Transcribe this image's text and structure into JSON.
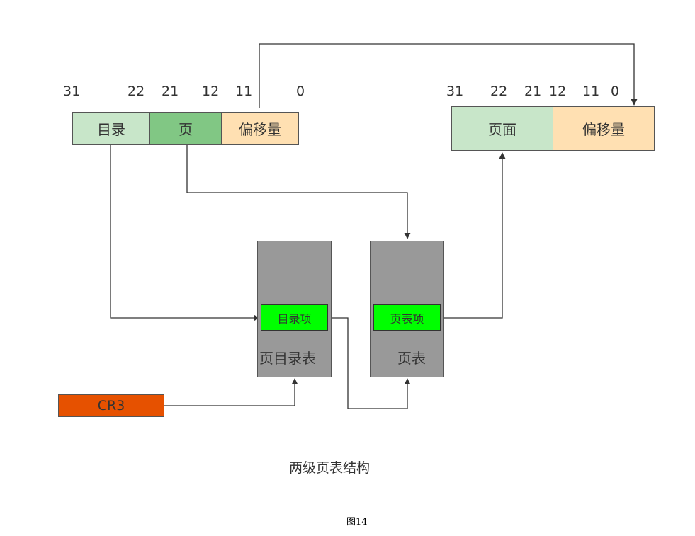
{
  "linear_address": {
    "bit_numbers": [
      "31",
      "22",
      "21",
      "12",
      "11",
      "0"
    ],
    "fields": {
      "directory": "目录",
      "page": "页",
      "offset": "偏移量"
    }
  },
  "physical_address": {
    "bit_numbers": [
      "31",
      "22",
      "21",
      "12",
      "11",
      "0"
    ],
    "fields": {
      "page_frame": "页面",
      "offset": "偏移量"
    }
  },
  "page_directory": {
    "entry_label": "目录项",
    "table_label": "页目录表"
  },
  "page_table": {
    "entry_label": "页表项",
    "table_label": "页表"
  },
  "register": {
    "label": "CR3"
  },
  "caption": "两级页表结构",
  "figure_label": "图14",
  "colors": {
    "directory_field": "#c8e6c9",
    "page_field": "#81c784",
    "offset_field": "#ffe0b2",
    "page_frame_field": "#c8e6c9",
    "table_body": "#999999",
    "entry": "#00ff00",
    "cr3": "#e65100",
    "wire": "#333333"
  }
}
